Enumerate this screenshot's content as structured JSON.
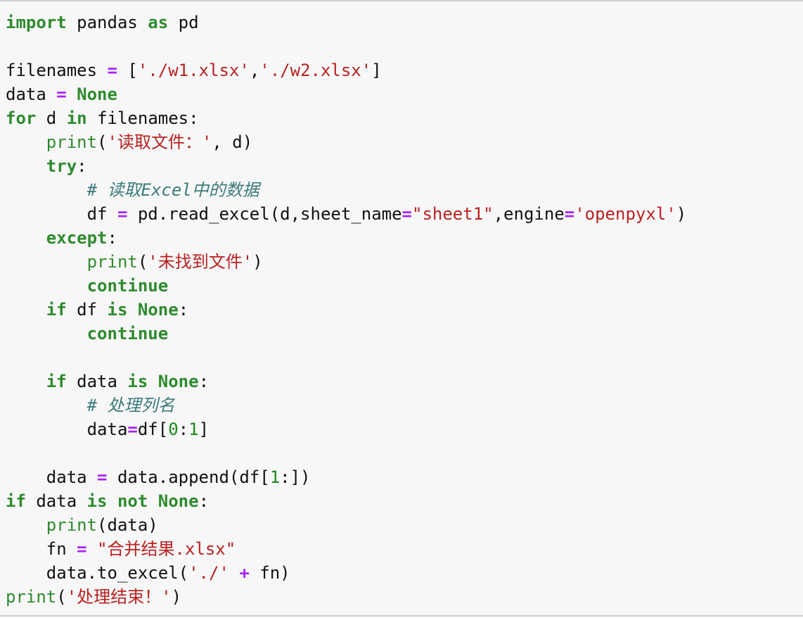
{
  "code_lines": [
    [
      {
        "t": "kw",
        "v": "import"
      },
      {
        "t": "tx",
        "v": " pandas "
      },
      {
        "t": "kw",
        "v": "as"
      },
      {
        "t": "tx",
        "v": " pd"
      }
    ],
    [],
    [
      {
        "t": "tx",
        "v": "filenames "
      },
      {
        "t": "op",
        "v": "="
      },
      {
        "t": "tx",
        "v": " ["
      },
      {
        "t": "str",
        "v": "'./w1.xlsx'"
      },
      {
        "t": "tx",
        "v": ","
      },
      {
        "t": "str",
        "v": "'./w2.xlsx'"
      },
      {
        "t": "tx",
        "v": "]"
      }
    ],
    [
      {
        "t": "tx",
        "v": "data "
      },
      {
        "t": "op",
        "v": "="
      },
      {
        "t": "tx",
        "v": " "
      },
      {
        "t": "kw",
        "v": "None"
      }
    ],
    [
      {
        "t": "kw",
        "v": "for"
      },
      {
        "t": "tx",
        "v": " d "
      },
      {
        "t": "kw",
        "v": "in"
      },
      {
        "t": "tx",
        "v": " filenames:"
      }
    ],
    [
      {
        "t": "tx",
        "v": "    "
      },
      {
        "t": "fn",
        "v": "print"
      },
      {
        "t": "tx",
        "v": "("
      },
      {
        "t": "str",
        "v": "'读取文件：'"
      },
      {
        "t": "tx",
        "v": ", d)"
      }
    ],
    [
      {
        "t": "tx",
        "v": "    "
      },
      {
        "t": "kw",
        "v": "try"
      },
      {
        "t": "tx",
        "v": ":"
      }
    ],
    [
      {
        "t": "tx",
        "v": "        "
      },
      {
        "t": "cm",
        "v": "# 读取Excel中的数据"
      }
    ],
    [
      {
        "t": "tx",
        "v": "        df "
      },
      {
        "t": "op",
        "v": "="
      },
      {
        "t": "tx",
        "v": " pd.read_excel(d,sheet_name"
      },
      {
        "t": "op",
        "v": "="
      },
      {
        "t": "str",
        "v": "\"sheet1\""
      },
      {
        "t": "tx",
        "v": ",engine"
      },
      {
        "t": "op",
        "v": "="
      },
      {
        "t": "str",
        "v": "'openpyxl'"
      },
      {
        "t": "tx",
        "v": ")"
      }
    ],
    [
      {
        "t": "tx",
        "v": "    "
      },
      {
        "t": "kw",
        "v": "except"
      },
      {
        "t": "tx",
        "v": ":"
      }
    ],
    [
      {
        "t": "tx",
        "v": "        "
      },
      {
        "t": "fn",
        "v": "print"
      },
      {
        "t": "tx",
        "v": "("
      },
      {
        "t": "str",
        "v": "'未找到文件'"
      },
      {
        "t": "tx",
        "v": ")"
      }
    ],
    [
      {
        "t": "tx",
        "v": "        "
      },
      {
        "t": "kw",
        "v": "continue"
      }
    ],
    [
      {
        "t": "tx",
        "v": "    "
      },
      {
        "t": "kw",
        "v": "if"
      },
      {
        "t": "tx",
        "v": " df "
      },
      {
        "t": "kw",
        "v": "is"
      },
      {
        "t": "tx",
        "v": " "
      },
      {
        "t": "kw",
        "v": "None"
      },
      {
        "t": "tx",
        "v": ":"
      }
    ],
    [
      {
        "t": "tx",
        "v": "        "
      },
      {
        "t": "kw",
        "v": "continue"
      }
    ],
    [],
    [
      {
        "t": "tx",
        "v": "    "
      },
      {
        "t": "kw",
        "v": "if"
      },
      {
        "t": "tx",
        "v": " data "
      },
      {
        "t": "kw",
        "v": "is"
      },
      {
        "t": "tx",
        "v": " "
      },
      {
        "t": "kw",
        "v": "None"
      },
      {
        "t": "tx",
        "v": ":"
      }
    ],
    [
      {
        "t": "tx",
        "v": "        "
      },
      {
        "t": "cm",
        "v": "# 处理列名"
      }
    ],
    [
      {
        "t": "tx",
        "v": "        data"
      },
      {
        "t": "op",
        "v": "="
      },
      {
        "t": "tx",
        "v": "df["
      },
      {
        "t": "num",
        "v": "0"
      },
      {
        "t": "tx",
        "v": ":"
      },
      {
        "t": "num",
        "v": "1"
      },
      {
        "t": "tx",
        "v": "]"
      }
    ],
    [],
    [
      {
        "t": "tx",
        "v": "    data "
      },
      {
        "t": "op",
        "v": "="
      },
      {
        "t": "tx",
        "v": " data.append(df["
      },
      {
        "t": "num",
        "v": "1"
      },
      {
        "t": "tx",
        "v": ":])"
      }
    ],
    [
      {
        "t": "kw",
        "v": "if"
      },
      {
        "t": "tx",
        "v": " data "
      },
      {
        "t": "kw",
        "v": "is"
      },
      {
        "t": "tx",
        "v": " "
      },
      {
        "t": "kw",
        "v": "not"
      },
      {
        "t": "tx",
        "v": " "
      },
      {
        "t": "kw",
        "v": "None"
      },
      {
        "t": "tx",
        "v": ":"
      }
    ],
    [
      {
        "t": "tx",
        "v": "    "
      },
      {
        "t": "fn",
        "v": "print"
      },
      {
        "t": "tx",
        "v": "(data)"
      }
    ],
    [
      {
        "t": "tx",
        "v": "    fn "
      },
      {
        "t": "op",
        "v": "="
      },
      {
        "t": "tx",
        "v": " "
      },
      {
        "t": "str",
        "v": "\"合并结果.xlsx\""
      }
    ],
    [
      {
        "t": "tx",
        "v": "    data.to_excel("
      },
      {
        "t": "str",
        "v": "'./'"
      },
      {
        "t": "tx",
        "v": " "
      },
      {
        "t": "op",
        "v": "+"
      },
      {
        "t": "tx",
        "v": " fn)"
      }
    ],
    [
      {
        "t": "fn",
        "v": "print"
      },
      {
        "t": "tx",
        "v": "("
      },
      {
        "t": "str",
        "v": "'处理结束！'"
      },
      {
        "t": "tx",
        "v": ")"
      }
    ]
  ],
  "colors": {
    "keyword": "#2e8b2e",
    "builtin": "#2e8b2e",
    "operator": "#aa22ff",
    "string": "#ba2121",
    "number": "#1a8a1a",
    "comment": "#3d7b7b",
    "text": "#111111",
    "background": "#f7f7f7"
  }
}
